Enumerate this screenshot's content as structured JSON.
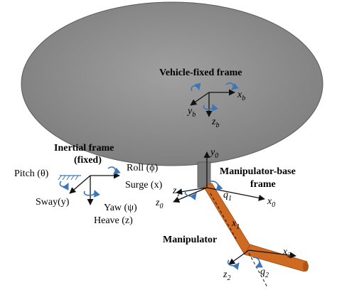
{
  "labels": {
    "vehicle_frame": "Vehicle-fixed frame",
    "inertial_frame_line1": "Inertial frame",
    "inertial_frame_line2": "(fixed)",
    "manipulator_base_line1": "Manipulator-base",
    "manipulator_base_line2": "frame",
    "manipulator": "Manipulator"
  },
  "vehicle_axes": {
    "x": "x",
    "y": "y",
    "z": "z",
    "subscript": "b"
  },
  "inertial_axes": {
    "roll": "Roll (ϕ)",
    "pitch": "Pitch (θ)",
    "surge": "Surge (x)",
    "sway": "Sway(y)",
    "yaw": "Yaw (ψ)",
    "heave": "Heave (z)"
  },
  "base_axes": {
    "x": "x",
    "y": "y",
    "z": "z",
    "subscript": "0"
  },
  "joint1": {
    "x": "x",
    "z": "z",
    "q": "q",
    "subscript": "1"
  },
  "joint2": {
    "x": "x",
    "z": "z",
    "q": "q",
    "subscript": "2"
  },
  "colors": {
    "ellipse_fill": "#8e8e8e",
    "ellipse_stroke": "#5a5a5a",
    "mount": "#7a7a7a",
    "arm": "#cf6a22",
    "arm_dark": "#9a4a10",
    "rotation_arrow": "#3a76b8",
    "axis": "#111111"
  }
}
